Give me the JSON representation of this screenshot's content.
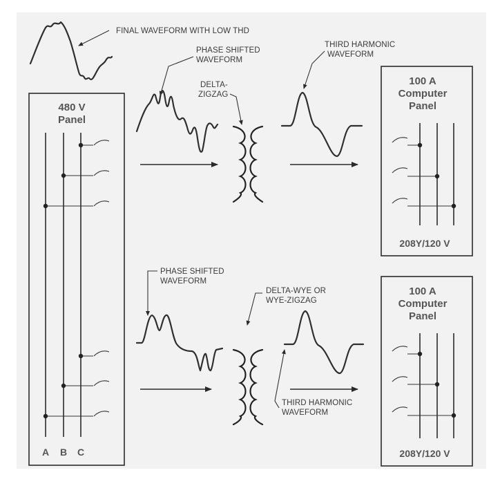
{
  "labels": {
    "final_waveform": "FINAL WAVEFORM WITH LOW THD",
    "phase_shifted_top_1": "PHASE SHIFTED",
    "phase_shifted_top_2": "WAVEFORM",
    "delta_zigzag_1": "DELTA-",
    "delta_zigzag_2": "ZIGZAG",
    "third_harmonic_top_1": "THIRD HARMONIC",
    "third_harmonic_top_2": "WAVEFORM",
    "phase_shifted_bottom_1": "PHASE SHIFTED",
    "phase_shifted_bottom_2": "WAVEFORM",
    "delta_wye_1": "DELTA-WYE OR",
    "delta_wye_2": "WYE-ZIGZAG",
    "third_harmonic_bottom_1": "THIRD HARMONIC",
    "third_harmonic_bottom_2": "WAVEFORM"
  },
  "main_panel": {
    "title_1": "480 V",
    "title_2": "Panel",
    "phase_a": "A",
    "phase_b": "B",
    "phase_c": "C"
  },
  "top_panel": {
    "title_1": "100 A",
    "title_2": "Computer",
    "title_3": "Panel",
    "rating": "208Y/120 V"
  },
  "bottom_panel": {
    "title_1": "100 A",
    "title_2": "Computer",
    "title_3": "Panel",
    "rating": "208Y/120 V"
  },
  "colors": {
    "background": "#ffffff",
    "frame": "#f2f2f2",
    "ink": "#2a2a2a",
    "title_text": "#555555"
  }
}
